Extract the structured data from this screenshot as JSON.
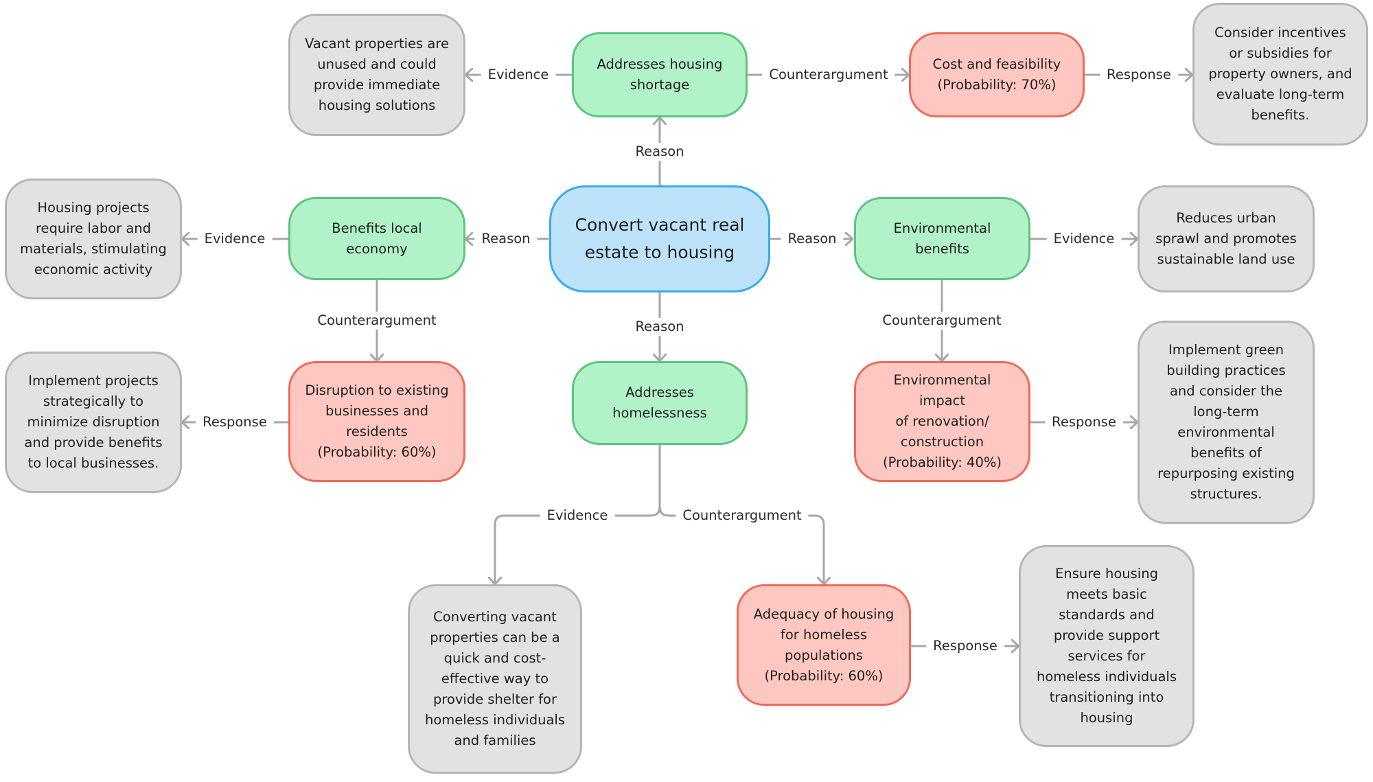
{
  "colors": {
    "root_fill": "#bde3fb",
    "root_border": "#3aa9ee",
    "reason_fill": "#b1f2c8",
    "reason_border": "#5cc47f",
    "counter_fill": "#fec7c2",
    "counter_border": "#f06a58",
    "support_fill": "#e2e2e2",
    "support_border": "#b5b5b5",
    "edge": "#a6a6a6"
  },
  "nodes": {
    "root": "Convert vacant real\nestate to housing",
    "reason_housing": "Addresses housing\nshortage",
    "evidence_housing": "Vacant properties are\nunused and could\nprovide immediate\nhousing solutions",
    "counter_cost": "Cost and feasibility\n(Probability: 70%)",
    "response_cost": "Consider incentives\nor subsidies for\nproperty owners, and\nevaluate long-term\nbenefits.",
    "reason_economy": "Benefits local\neconomy",
    "evidence_economy": "Housing projects\nrequire labor and\nmaterials, stimulating\neconomic activity",
    "counter_disruption": "Disruption to existing\nbusinesses and\nresidents\n(Probability: 60%)",
    "response_disruption": "Implement projects\nstrategically to\nminimize disruption\nand provide benefits\nto local businesses.",
    "reason_environment": "Environmental\nbenefits",
    "evidence_environment": "Reduces urban\nsprawl and promotes\nsustainable land use",
    "counter_environment": "Environmental impact\nof renovation/\nconstruction\n(Probability: 40%)",
    "response_environment": "Implement green\nbuilding practices\nand consider the\nlong-term\nenvironmental\nbenefits of\nrepurposing existing\nstructures.",
    "reason_homelessness": "Addresses\nhomelessness",
    "evidence_homelessness": "Converting vacant\nproperties can be a\nquick and cost-\neffective way to\nprovide shelter for\nhomeless individuals\nand families",
    "counter_homelessness": "Adequacy of housing\nfor homeless\npopulations\n(Probability: 60%)",
    "response_homelessness": "Ensure housing\nmeets basic\nstandards and\nprovide support\nservices for\nhomeless individuals\ntransitioning into\nhousing"
  },
  "edge_labels": {
    "reason": "Reason",
    "evidence": "Evidence",
    "counterargument": "Counterargument",
    "response": "Response"
  }
}
